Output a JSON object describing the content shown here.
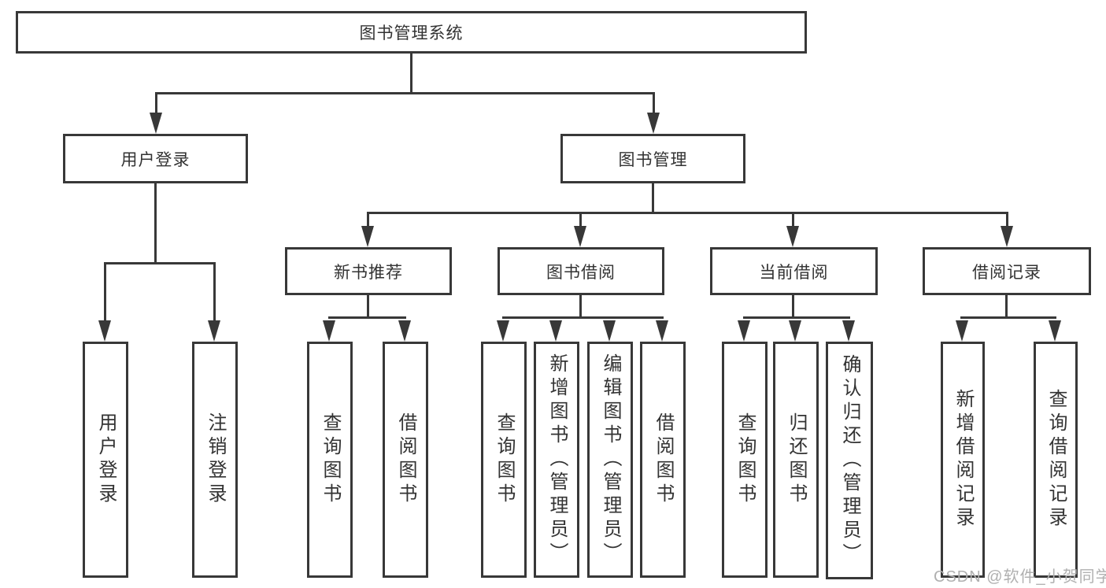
{
  "diagram": {
    "root": "图书管理系统",
    "level2": {
      "user_login": "用户登录",
      "book_management": "图书管理"
    },
    "level3": {
      "new_book_recommend": "新书推荐",
      "book_borrowing": "图书借阅",
      "current_borrowing": "当前借阅",
      "borrowing_records": "借阅记录"
    },
    "leaves": {
      "user_login": "用户登录",
      "logout": "注销登录",
      "nb_query_books": "查询图书",
      "nb_borrow_books": "借阅图书",
      "bb_query_books": "查询图书",
      "bb_add_books_admin": "新增图书（管理员）",
      "bb_edit_books_admin": "编辑图书（管理员）",
      "bb_borrow_books": "借阅图书",
      "cb_query_books": "查询图书",
      "cb_return_books": "归还图书",
      "cb_confirm_return_admin": "确认归还（管理员）",
      "br_add_record": "新增借阅记录",
      "br_query_record": "查询借阅记录"
    }
  },
  "watermark": "CSDN @软件_小贺同学",
  "colors": {
    "line": "#383838",
    "text": "#333333",
    "watermark": "#b0b0b0",
    "background": "#ffffff"
  }
}
